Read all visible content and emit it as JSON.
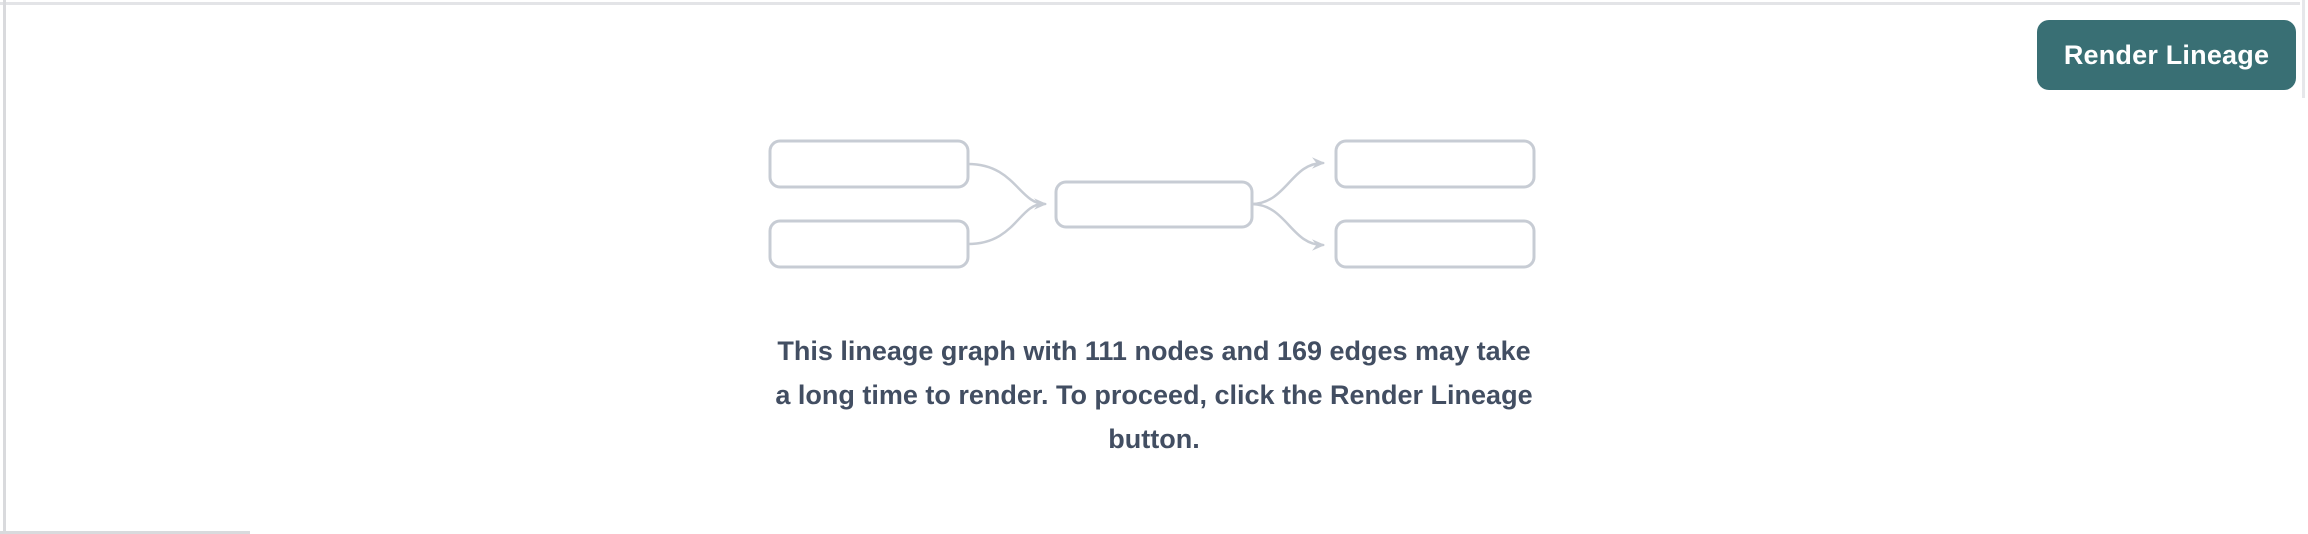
{
  "toolbar": {
    "render_button_label": "Render Lineage"
  },
  "message": {
    "full_text": "This lineage graph with 111 nodes and 169 edges may take a long time to render. To proceed, click the Render Lineage button.",
    "lines": [
      "This lineage graph with 111 nodes and 169 edges may take",
      "a long time to render. To proceed, click the Render Lineage",
      "button."
    ],
    "nodes_count": 111,
    "edges_count": 169
  },
  "diagram": {
    "description": "placeholder lineage graph illustration",
    "placeholder_nodes": 5,
    "placeholder_edges": 4
  },
  "colors": {
    "button_bg": "#396f74",
    "button_text": "#ffffff",
    "message_text": "#424e62",
    "diagram_stroke": "#c7ccd4",
    "divider_light": "#e3e4e7",
    "divider_medium": "#d9dadd"
  }
}
